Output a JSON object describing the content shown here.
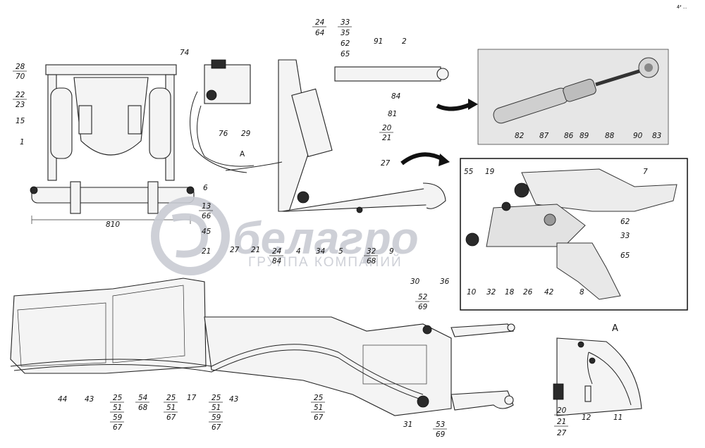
{
  "header": {
    "corner_note": "4* ..."
  },
  "watermark": {
    "text_logo": "белагро",
    "text_sub": "ГРУППА КОМПАНИЙ"
  },
  "dimension": {
    "width_label": "810"
  },
  "detail_view": {
    "title": "A"
  },
  "callouts": {
    "tl": [
      "28",
      "70",
      "22",
      "23",
      "15",
      "1",
      "74",
      "76",
      "A",
      "29",
      "6",
      "13",
      "66",
      "45",
      "21",
      "27",
      "21",
      "24",
      "84",
      "4",
      "34",
      "5",
      "32",
      "68",
      "9",
      "24",
      "64",
      "33",
      "35",
      "62",
      "65",
      "91",
      "2",
      "84",
      "81",
      "20",
      "21",
      "27"
    ],
    "tr": [
      "82",
      "87",
      "86",
      "89",
      "88",
      "90",
      "83"
    ],
    "mr": [
      "55",
      "19",
      "7",
      "62",
      "33",
      "65",
      "10",
      "32",
      "18",
      "26",
      "42",
      "8"
    ],
    "bottom": [
      "44",
      "43",
      "25",
      "51",
      "59",
      "67",
      "54",
      "68",
      "25",
      "51",
      "67",
      "17",
      "25",
      "51",
      "59",
      "67",
      "43",
      "25",
      "51",
      "67",
      "30",
      "36",
      "52",
      "69",
      "31",
      "53",
      "69"
    ],
    "detailA": [
      "20",
      "21",
      "27",
      "12",
      "11"
    ]
  },
  "colors": {
    "line": "#222222",
    "watermark": "#c9ccd3",
    "panel_border": "#111111"
  }
}
